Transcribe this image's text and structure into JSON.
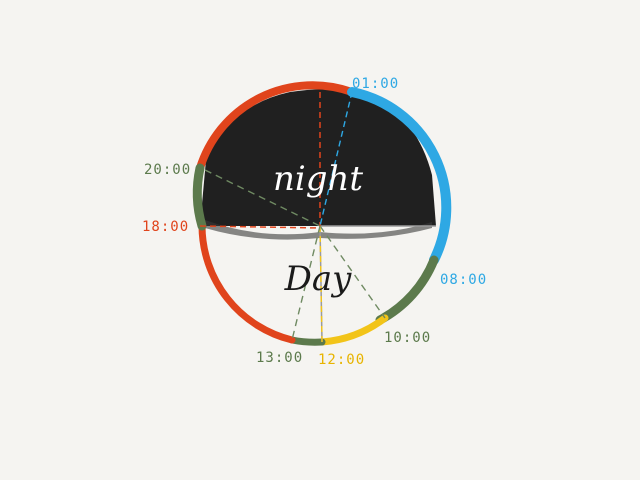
{
  "labels": {
    "night": "night",
    "day": "Day"
  },
  "times": {
    "t0100": "01:00",
    "t0800": "08:00",
    "t1000": "10:00",
    "t1200": "12:00",
    "t1300": "13:00",
    "t1800": "18:00",
    "t2000": "20:00"
  },
  "colors": {
    "background": "#f5f4f1",
    "night_fill": "#141414",
    "orange": "#e0441c",
    "blue": "#2ea8e4",
    "green": "#5c7a4c",
    "yellow": "#f2c419",
    "time_green": "#5c7a4c",
    "time_orange": "#e0441c",
    "time_blue": "#2ea8e4",
    "time_yellow": "#e8b400"
  }
}
